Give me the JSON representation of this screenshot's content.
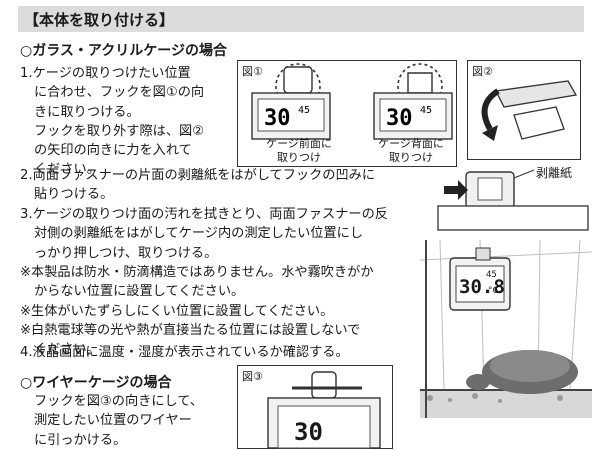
{
  "header": {
    "title": "【本体を取り付ける】"
  },
  "section_glass": {
    "heading": "○ガラス・アクリルケージの場合",
    "step1": [
      "1.ケージの取りつけたい位置",
      "に合わせ、フックを図①の向",
      "きに取りつける。",
      "フックを取り外す際は、図②",
      "の矢印の向きに力を入れて",
      "ください。"
    ],
    "step2": [
      "2.両面ファスナーの片面の剥離紙をはがしてフックの凹みに",
      "貼りつける。"
    ],
    "step3": [
      "3.ケージの取りつけ面の汚れを拭きとり、両面ファスナーの反",
      "対側の剥離紙をはがしてケージ内の測定したい位置にし",
      "っかり押しつけ、取りつける。"
    ],
    "note1": [
      "※本製品は防水・防滴構造ではありません。水や霧吹きがか",
      "からない位置に設置してください。"
    ],
    "note2": [
      "※生体がいたずらしにくい位置に設置してください。"
    ],
    "note3": [
      "※白熱電球等の光や熱が直接当たる位置には設置しないで",
      "ください。"
    ],
    "step4": [
      "4.液晶画面に温度・湿度が表示されているか確認する。"
    ]
  },
  "section_wire": {
    "heading": "○ワイヤーケージの場合",
    "text": [
      "フックを図③の向きにして、",
      "測定したい位置のワイヤー",
      "に引っかける。"
    ]
  },
  "figure1": {
    "label": "図①",
    "caption_front": [
      "ケージ前面に",
      "取りつけ"
    ],
    "caption_back": [
      "ケージ背面に",
      "取りつけ"
    ],
    "lcd_main": "30",
    "lcd_small": "45"
  },
  "figure2": {
    "label": "図②"
  },
  "figure_peel": {
    "label": "剥離紙"
  },
  "figure_cage": {
    "lcd_main": "30.8",
    "lcd_small": "45",
    "lcd_unit": "°C"
  },
  "figure3": {
    "label": "図③",
    "lcd_main": "30"
  }
}
